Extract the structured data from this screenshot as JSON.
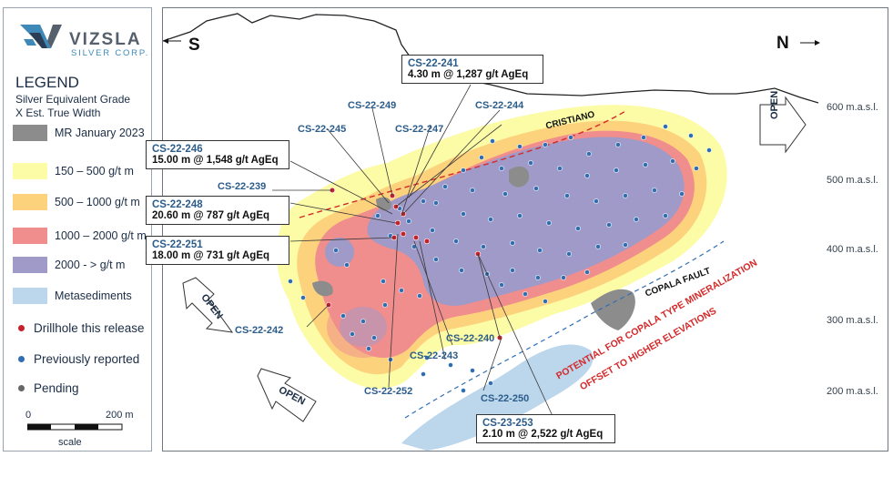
{
  "logo": {
    "name": "VIZSLA",
    "subtitle": "SILVER CORP."
  },
  "legend": {
    "title": "LEGEND",
    "subtitle_1": "Silver Equivalent Grade",
    "subtitle_2": "X Est. True Width",
    "items": [
      {
        "label": "MR January 2023",
        "color": "#8c8c8c"
      },
      {
        "label": "150 – 500 g/t m",
        "color": "#fcfba6"
      },
      {
        "label": "500 – 1000 g/t m",
        "color": "#fdd27d"
      },
      {
        "label": "1000 – 2000 g/t m",
        "color": "#f08d8d"
      },
      {
        "label": "2000 - > g/t m",
        "color": "#a09ac8"
      },
      {
        "label": "Metasediments",
        "color": "#bcd6ec"
      }
    ],
    "markers": [
      {
        "label": "Drillhole this release",
        "color": "#c8202a"
      },
      {
        "label": "Previously reported",
        "color": "#2f6eb3"
      },
      {
        "label": "Pending",
        "color": "#666666"
      }
    ],
    "scale": {
      "start": "0",
      "end": "200 m",
      "label": "scale"
    }
  },
  "map": {
    "south_label": "S",
    "north_label": "N",
    "open_label": "OPEN",
    "cristiano_label": "CRISTIANO",
    "copala_fault_label": "COPALA FAULT",
    "potential_label_1": "POTENTIAL FOR COPALA TYPE MINERALIZATION",
    "potential_label_2": "OFFSET TO HIGHER ELEVATIONS",
    "elevations": [
      {
        "label": "600 m.a.s.l.",
        "value": 600
      },
      {
        "label": "500 m.a.s.l.",
        "value": 500
      },
      {
        "label": "400 m.a.s.l.",
        "value": 400
      },
      {
        "label": "300 m.a.s.l.",
        "value": 300
      },
      {
        "label": "200 m.a.s.l.",
        "value": 200
      }
    ],
    "callouts": [
      {
        "id": "CS-22-241",
        "result": "4.30 m @ 1,287 g/t AgEq"
      },
      {
        "id": "CS-22-246",
        "result": "15.00 m @ 1,548 g/t AgEq"
      },
      {
        "id": "CS-22-248",
        "result": "20.60 m @ 787 g/t AgEq"
      },
      {
        "id": "CS-22-251",
        "result": "18.00 m @ 731 g/t AgEq"
      },
      {
        "id": "CS-23-253",
        "result": "2.10 m @ 2,522 g/t AgEq"
      }
    ],
    "hole_labels": [
      "CS-22-249",
      "CS-22-244",
      "CS-22-245",
      "CS-22-247",
      "CS-22-239",
      "CS-22-242",
      "CS-22-240",
      "CS-22-243",
      "CS-22-252",
      "CS-22-250"
    ]
  }
}
